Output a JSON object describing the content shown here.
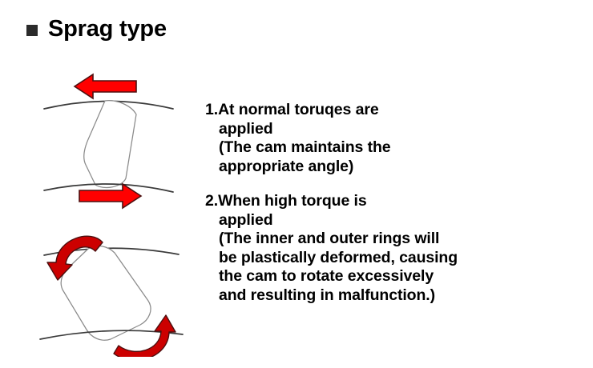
{
  "slide": {
    "title": "Sprag type",
    "bullet_icon": "square-bullet-icon",
    "background_color": "#ffffff"
  },
  "colors": {
    "arrow_red": "#ff0000",
    "arrow_outline": "#4d1010",
    "line_gray": "#7a7a7a",
    "ring_dark": "#3a3a3a",
    "text_black": "#000000",
    "bullet_gray": "#2b2b2b"
  },
  "diagrams": [
    {
      "name": "normal-torque-diagram",
      "caption_ref": "1",
      "outer_ring_label": "outer-ring-arc",
      "inner_ring_label": "inner-ring-arc",
      "cam_label": "sprag-cam-upright",
      "arrows": [
        {
          "name": "top-straight-arrow-left",
          "type": "straight",
          "direction": "left"
        },
        {
          "name": "bottom-straight-arrow-right",
          "type": "straight",
          "direction": "right"
        }
      ]
    },
    {
      "name": "high-torque-diagram",
      "caption_ref": "2",
      "outer_ring_label": "outer-ring-arc",
      "inner_ring_label": "inner-ring-arc",
      "cam_label": "sprag-cam-tilted",
      "arrows": [
        {
          "name": "top-curved-arrow-ccw",
          "type": "curved",
          "direction": "counter-clockwise"
        },
        {
          "name": "bottom-curved-arrow-cw",
          "type": "curved",
          "direction": "clockwise"
        }
      ]
    }
  ],
  "text_items": [
    {
      "name": "item-normal-torque",
      "number": "1.",
      "text": "1.At normal toruqes are\n applied\n (The cam maintains the\n appropriate angle)"
    },
    {
      "name": "item-high-torque",
      "number": "2.",
      "text": "2.When high torque is\n applied\n (The inner and outer rings will\n be plastically deformed, causing\n the cam to rotate excessively\n and resulting in malfunction.)"
    }
  ]
}
